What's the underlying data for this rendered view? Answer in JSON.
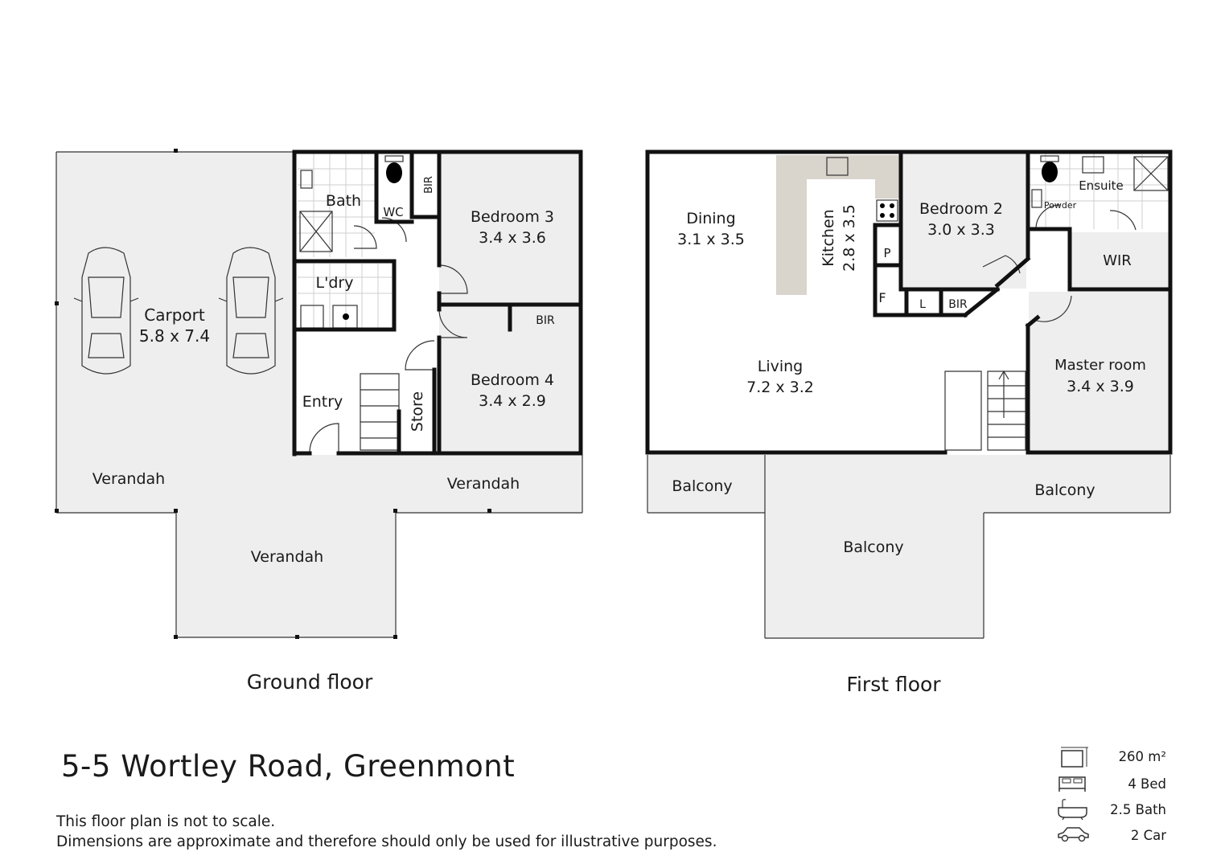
{
  "address": "5-5 Wortley Road, Greenmont",
  "disclaimer": {
    "line1": "This floor plan is not to scale.",
    "line2": "Dimensions are approximate and therefore should only be used for illustrative purposes."
  },
  "stats": {
    "area": "260 m²",
    "bed": "4 Bed",
    "bath": "2.5 Bath",
    "car": "2 Car"
  },
  "icons": [
    "area-icon",
    "bed-icon",
    "bath-icon",
    "car-icon"
  ],
  "colors": {
    "room_fill": "#eeeeef",
    "kitchen_bench": "#d9d4cc",
    "wall": "#111111"
  },
  "ground_floor": {
    "label": "Ground floor",
    "rooms": {
      "carport_name": "Carport",
      "carport_dim": "5.8 x 7.4",
      "bath": "Bath",
      "wc": "WC",
      "bir_top": "BIR",
      "bedroom3_name": "Bedroom 3",
      "bedroom3_dim": "3.4 x 3.6",
      "laundry": "L'dry",
      "bir_right": "BIR",
      "bedroom4_name": "Bedroom 4",
      "bedroom4_dim": "3.4 x 2.9",
      "entry": "Entry",
      "store": "Store",
      "verandah_left": "Verandah",
      "verandah_right": "Verandah",
      "verandah_bottom": "Verandah"
    }
  },
  "first_floor": {
    "label": "First floor",
    "rooms": {
      "dining_name": "Dining",
      "dining_dim": "3.1 x 3.5",
      "kitchen_name": "Kitchen",
      "kitchen_dim": "2.8 x 3.5",
      "pantry": "P",
      "fridge": "F",
      "linen": "L",
      "bir": "BIR",
      "bedroom2_name": "Bedroom 2",
      "bedroom2_dim": "3.0 x 3.3",
      "powder": "Powder",
      "ensuite": "Ensuite",
      "wir": "WIR",
      "living_name": "Living",
      "living_dim": "7.2 x 3.2",
      "master_name": "Master room",
      "master_dim": "3.4 x 3.9",
      "balcony_left": "Balcony",
      "balcony_right": "Balcony",
      "balcony_center": "Balcony"
    }
  }
}
